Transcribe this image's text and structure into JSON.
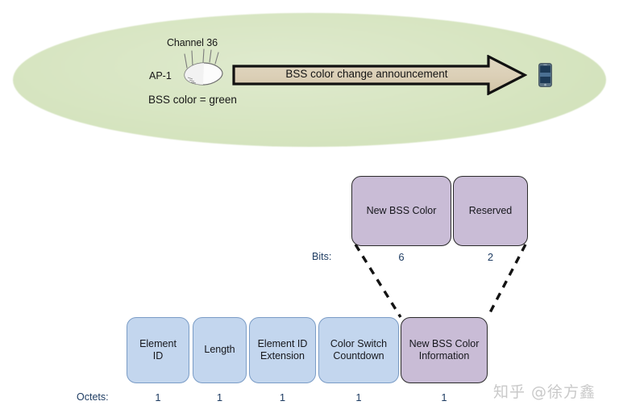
{
  "scene": {
    "coverage_area_color": "#d7e5c1",
    "channel_label": "Channel 36",
    "ap_label": "AP-1",
    "bss_color_label": "BSS color = green",
    "announcement_label": "BSS color change announcement",
    "arrow_fill_color": "#d9cdb4",
    "ap_icon": "access-point-icon",
    "client_icon": "smartphone-icon"
  },
  "bits_row": {
    "axis_label": "Bits:",
    "fields": [
      {
        "name": "New BSS Color",
        "bits": "6"
      },
      {
        "name": "Reserved",
        "bits": "2"
      }
    ],
    "fill_color": "#c9bcd6"
  },
  "octets_row": {
    "axis_label": "Octets:",
    "fields": [
      {
        "name": "Element\nID",
        "line1": "Element",
        "line2": "ID",
        "octets": "1",
        "fill": "#c3d6ee"
      },
      {
        "name": "Length",
        "line1": "Length",
        "line2": "",
        "octets": "1",
        "fill": "#c3d6ee"
      },
      {
        "name": "Element ID Extension",
        "line1": "Element ID",
        "line2": "Extension",
        "octets": "1",
        "fill": "#c3d6ee"
      },
      {
        "name": "Color Switch Countdown",
        "line1": "Color Switch",
        "line2": "Countdown",
        "octets": "1",
        "fill": "#c3d6ee"
      },
      {
        "name": "New BSS Color Information",
        "line1": "New BSS Color",
        "line2": "Information",
        "octets": "1",
        "fill": "#c9bcd6"
      }
    ]
  },
  "watermark": {
    "text": "知乎 @徐方鑫"
  }
}
